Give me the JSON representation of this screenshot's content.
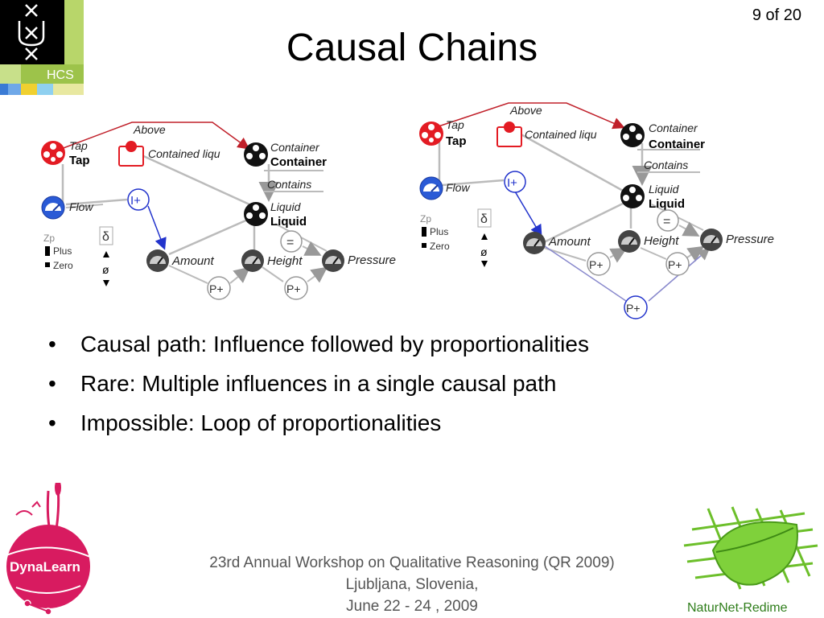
{
  "slide": {
    "title": "Causal Chains",
    "page_counter": "9 of 20"
  },
  "logos": {
    "hcs": "HCS",
    "dynalearn": "DynaLearn",
    "naturnet": "NaturNet-Redime"
  },
  "bullets": [
    "Causal path: Influence followed by proportionalities",
    "Rare: Multiple influences in a single causal path",
    "Impossible: Loop of proportionalities"
  ],
  "footer": {
    "line1": "23rd Annual Workshop on Qualitative Reasoning (QR 2009)",
    "line2": "Ljubljana, Slovenia,",
    "line3": "June 22 - 24 , 2009"
  },
  "diagrams": {
    "left": {
      "above": "Above",
      "tap_type": "Tap",
      "tap_name": "Tap",
      "contained_liquid": "Contained liqu",
      "container_type": "Container",
      "container_name": "Container",
      "contains": "Contains",
      "liquid_type": "Liquid",
      "liquid_name": "Liquid",
      "flow": "Flow",
      "influence": "I+",
      "delta": "δ",
      "equals": "=",
      "amount": "Amount",
      "height": "Height",
      "pressure": "Pressure",
      "prop1": "P+",
      "prop2": "P+",
      "qs_zp": "Zp",
      "qs_plus": "Plus",
      "qs_zero": "Zero",
      "deriv_empty": "ø"
    },
    "right": {
      "above": "Above",
      "tap_type": "Tap",
      "tap_name": "Tap",
      "contained_liquid": "Contained liqu",
      "container_type": "Container",
      "container_name": "Container",
      "contains": "Contains",
      "liquid_type": "Liquid",
      "liquid_name": "Liquid",
      "flow": "Flow",
      "influence": "I+",
      "delta": "δ",
      "equals": "=",
      "amount": "Amount",
      "height": "Height",
      "pressure": "Pressure",
      "prop1": "P+",
      "prop2": "P+",
      "prop3": "P+",
      "qs_zp": "Zp",
      "qs_plus": "Plus",
      "qs_zero": "Zero",
      "deriv_empty": "ø"
    }
  },
  "colors": {
    "hcs_bg": "#9dc34a",
    "hcs_black": "#000000",
    "entity_red": "#e31b23",
    "influence_blue": "#2233cc",
    "gauge_dark": "#333333",
    "footer_text": "#555555",
    "dynalearn_pink": "#d81b60",
    "naturnet_green": "#6cbf2a"
  }
}
